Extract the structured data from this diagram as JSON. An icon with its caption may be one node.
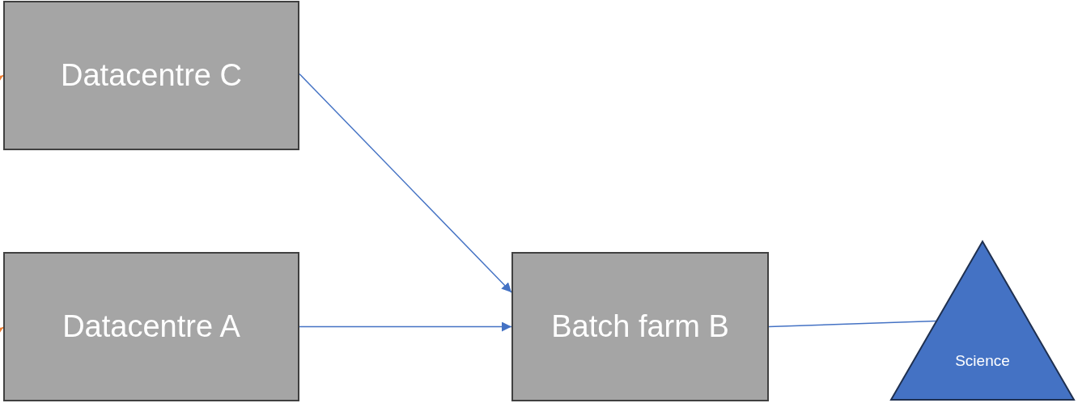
{
  "diagram": {
    "nodes": [
      {
        "text": [
          "Datacentre C"
        ]
      },
      {
        "text": [
          "Datacentre A"
        ]
      },
      {
        "text": [
          "Batch farm B"
        ]
      },
      {
        "text": [
          "Science"
        ]
      }
    ],
    "edges": [
      {
        "from": null,
        "to": 0,
        "arrow": "to",
        "color": "#ed7d31"
      },
      {
        "from": null,
        "to": 1,
        "arrow": "to",
        "color": "#ed7d31"
      },
      {
        "from": 0,
        "to": 2,
        "arrow": "to"
      },
      {
        "from": 1,
        "to": 2,
        "arrow": "to"
      },
      {
        "from": 2,
        "to": 3,
        "arrow": "none"
      }
    ]
  }
}
